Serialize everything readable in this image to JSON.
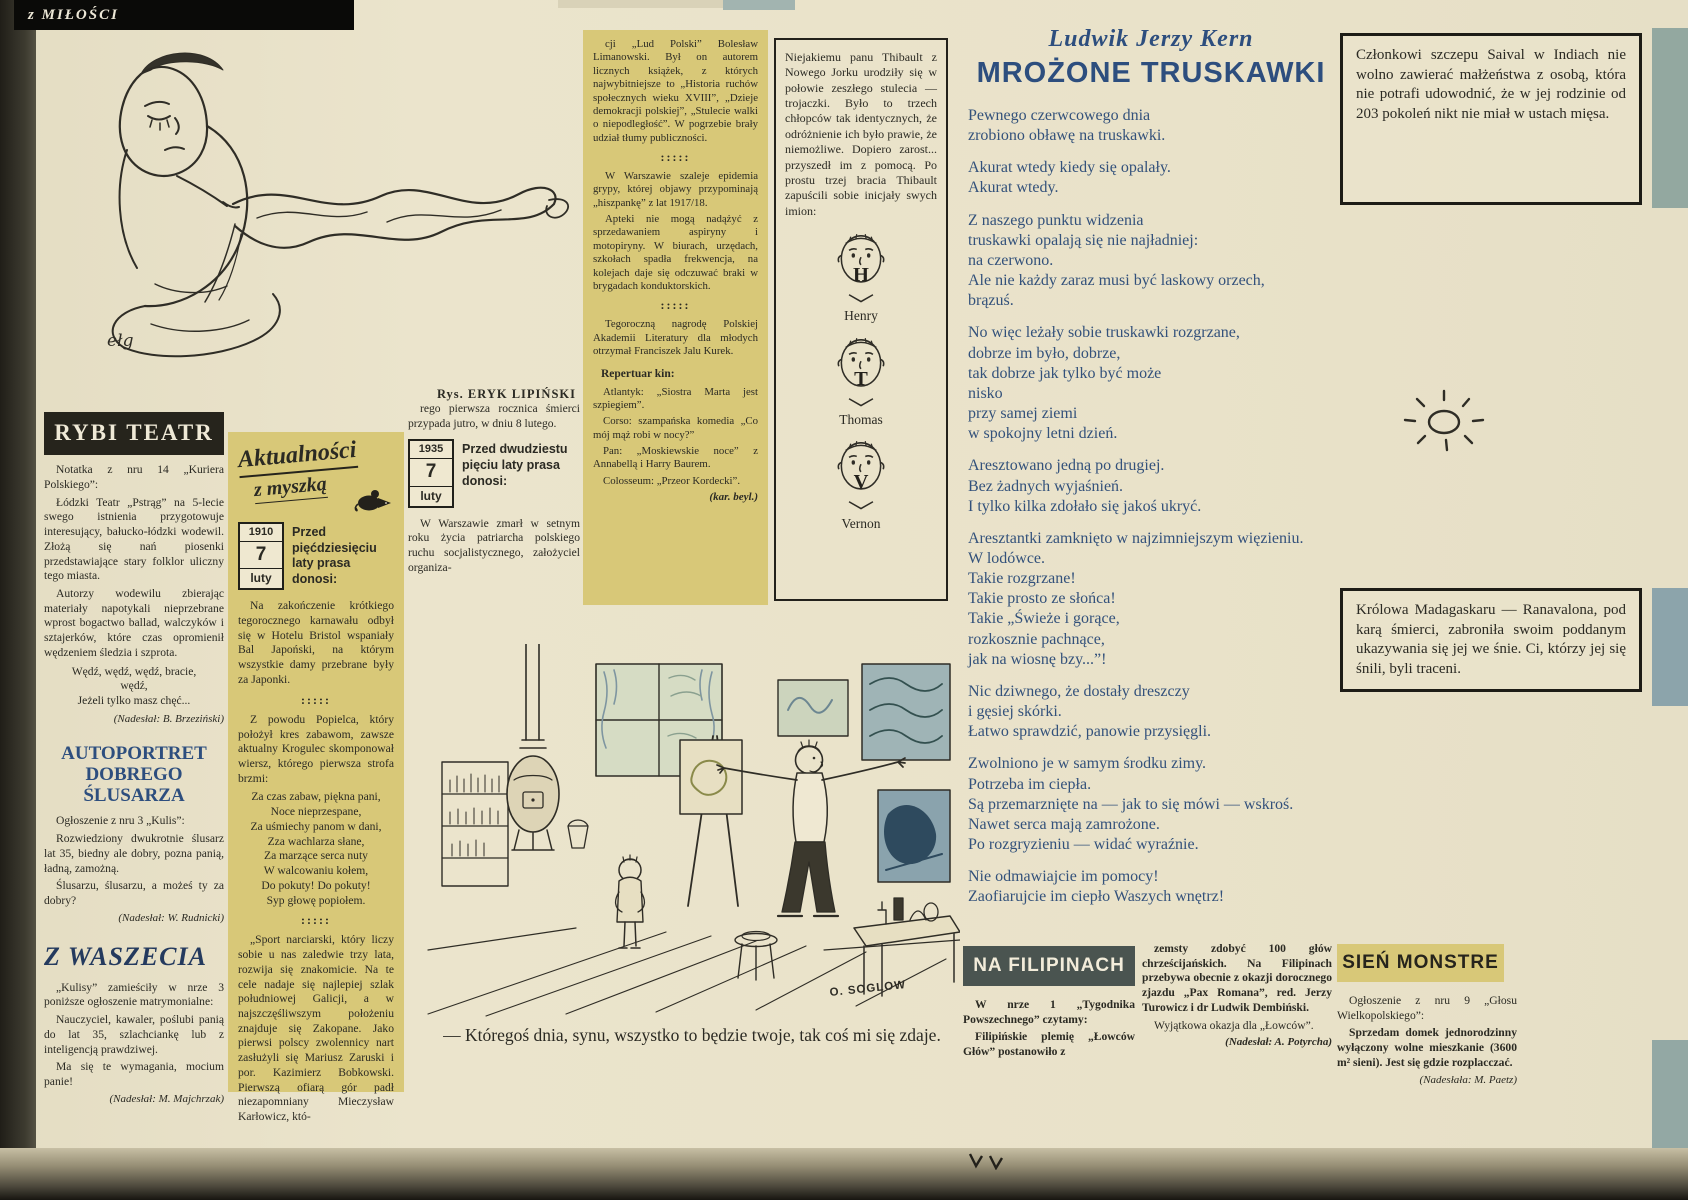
{
  "colors": {
    "paper": "#e9e2c9",
    "panel_yellow": "#d8c878",
    "ink": "#2b2a23",
    "accent_blue": "#2d4e7e",
    "header_slate": "#4a5450"
  },
  "page": {
    "masthead_text": "z MIŁOŚCI",
    "sep": ":::::"
  },
  "caricature": {
    "signature": "ełg",
    "credit": "Rys. ERYK LIPIŃSKI"
  },
  "rybi": {
    "title": "RYBI TEATR",
    "p1": "Notatka z nru 14 „Kuriera Polskiego”:",
    "p2": "Łódzki Teatr „Pstrąg” na 5-lecie swego istnienia przygotowuje interesujący, bałucko-łódzki wodewil. Złożą się nań piosenki przedstawiające stary folklor uliczny tego miasta.",
    "p3": "Autorzy wodewilu zbierając materiały napotykali nieprzebrane wprost bogactwo ballad, walczyków i sztajerków, które czas opromienił wędzeniem śledzia i szprota.",
    "verse": "Wędź, wędź, wędź, bracie,\nwędź,\nJeżeli tylko masz chęć...",
    "credit": "(Nadesłał: B. Brzeziński)"
  },
  "autoportret": {
    "title_line1": "AUTOPORTRET",
    "title_line2": "DOBREGO",
    "title_line3": "ŚLUSARZA",
    "p1": "Ogłoszenie z nru 3 „Kulis”:",
    "p2": "Rozwiedziony dwukrotnie ślusarz lat 35, biedny ale dobry, pozna panią, ładną, zamożną.",
    "p3": "Ślusarzu, ślusarzu, a możeś ty za dobry?",
    "credit": "(Nadesłał: W. Rudnicki)"
  },
  "waszecia": {
    "title": "Z WASZECIA",
    "p1": "„Kulisy” zamieściły w nrze 3 poniższe ogłoszenie matrymonialne:",
    "p2": "Nauczyciel, kawaler, poślubi panią do lat 35, szlachciankę lub z inteligencją prawdziwej.",
    "p3": "Ma się te wymagania, mocium panie!",
    "credit": "(Nadesłał: M. Majchrzak)"
  },
  "aktualnosci": {
    "title_line1": "Aktualności",
    "title_line2": "z myszką",
    "calendar": {
      "year": "1910",
      "day": "7",
      "month": "luty"
    },
    "calendar_label": "Przed pięćdziesięciu laty prasa donosi:",
    "p1": "Na zakończenie krótkiego tegorocznego karnawału odbył się w Hotelu Bristol wspaniały Bal Japoński, na którym wszystkie damy przebrane były za Japonki.",
    "p2": "Z powodu Popielca, który położył kres zabawom, zawsze aktualny Krogulec skomponował wiersz, którego pierwsza strofa brzmi:",
    "verse": "Za czas zabaw, piękna pani,\nNoce nieprzespane,\nZa uśmiechy panom w dani,\nZza wachlarza słane,\nZa marzące serca nuty\nW walcowaniu kołem,\nDo pokuty! Do pokuty!\nSyp głowę popiołem.",
    "p3": "„Sport narciarski, który liczy sobie u nas zaledwie trzy lata, rozwija się znakomicie. Na te cele nadaje się najlepiej szlak południowej Galicji, a w najszczęśliwszym położeniu znajduje się Zakopane. Jako pierwsi polscy zwolennicy nart zasłużyli się Mariusz Zaruski i por. Kazimierz Bobkowski. Pierwszą ofiarą gór padł niezapomniany Mieczysław Karłowicz, któ-"
  },
  "kolumna_c": {
    "p1": "rego pierwsza rocznica śmierci przypada jutro, w dniu 8 lutego.",
    "calendar": {
      "year": "1935",
      "day": "7",
      "month": "luty"
    },
    "calendar_label": "Przed dwudziestu pięciu laty prasa donosi:",
    "p2": "W Warszawie zmarł w setnym roku życia patriarcha polskiego ruchu socjalistycznego, założyciel organiza-"
  },
  "kolumna_d": {
    "p1": "cji „Lud Polski” Bolesław Limanowski. Był on autorem licznych książek, z których najwybitniejsze to „Historia ruchów społecznych wieku XVIII”, „Dzieje demokracji polskiej”, „Stulecie walki o niepodległość”. W pogrzebie brały udział tłumy publiczności.",
    "p2": "W Warszawie szaleje epidemia grypy, której objawy przypominają „hiszpankę” z lat 1917/18.",
    "p3": "Apteki nie mogą nadążyć z sprzedawaniem aspiryny i motopiryny. W biurach, urzędach, szkołach spadła frekwencja, na kolejach daje się odczuwać braki w brygadach konduktorskich.",
    "p4": "Tegoroczną nagrodę Polskiej Akademii Literatury dla młodych otrzymał Franciszek Jalu Kurek.",
    "repertuar_title": "Repertuar kin:",
    "kino1": "Atlantyk: „Siostra Marta jest szpiegiem”.",
    "kino2": "Corso: szampańska komedia „Co mój mąż robi w nocy?”",
    "kino3": "Pan: „Moskiewskie noce” z Annabellą i Harry Baurem.",
    "kino4": "Colosseum: „Przeor Kordecki”.",
    "credit": "(kar. beyl.)"
  },
  "thibault": {
    "text": "Niejakiemu panu Thibault z Nowego Jorku urodziły się w połowie zeszłego stulecia — trojaczki. Było to trzech chłopców tak identycznych, że odróżnienie ich było prawie, że niemożliwe. Dopiero zarost... przyszedł im z pomocą. Po prostu trzej bracia Thibault zapuścili sobie inicjały swych imion:",
    "names": [
      "Henry",
      "Thomas",
      "Vernon"
    ],
    "initials": [
      "H",
      "T",
      "V"
    ]
  },
  "kern": {
    "author": "Ludwik Jerzy Kern",
    "title": "MROŻONE TRUSKAWKI",
    "stanzas": [
      "Pewnego czerwcowego dnia\nzrobiono obławę na truskawki.",
      "Akurat wtedy kiedy się opalały.\nAkurat wtedy.",
      "Z naszego punktu widzenia\ntruskawki opalają się nie najładniej:\nna czerwono.\nAle nie każdy zaraz musi być laskowy orzech,\nbrązuś.",
      "No więc leżały sobie truskawki rozgrzane,\ndobrze im było, dobrze,\ntak dobrze jak tylko być może\nnisko\nprzy samej ziemi\nw spokojny letni dzień.",
      "Aresztowano jedną po drugiej.\nBez żadnych wyjaśnień.\nI tylko kilka zdołało się jakoś ukryć.",
      "Aresztantki zamknięto w najzimniejszym więzieniu.\nW lodówce.\nTakie rozgrzane!\nTakie prosto ze słońca!\nTakie „Świeże i gorące,\nrozkosznie pachnące,\njak na wiosnę bzy...”!",
      "Nic dziwnego, że dostały dreszczy\ni gęsiej skórki.\nŁatwo sprawdzić, panowie przysięgli.",
      "Zwolniono je w samym środku zimy.\nPotrzeba im ciepła.\nSą przemarznięte na — jak to się mówi — wskroś.\nNawet serca mają zamrożone.\nPo rozgryzieniu — widać wyraźnie.",
      "Nie odmawiajcie im pomocy!\nZaofiarujcie im ciepło Waszych wnętrz!"
    ]
  },
  "ramki": {
    "indie": "Członkowi szczepu Saival w Indiach nie wolno zawierać małżeństwa z osobą, która nie potrafi udowodnić, że w jej rodzinie od 203 pokoleń nikt nie miał w ustach mięsa.",
    "madagaskar": "Królowa Madagaskaru — Ranavalona, pod karą śmierci, zabroniła swoim poddanym ukazywania się jej we śnie. Ci, którzy jej się śnili, byli traceni."
  },
  "cartoon": {
    "signature": "O. SOGLOW",
    "caption": "— Któregoś dnia, synu, wszystko to będzie twoje, tak coś mi się zdaje."
  },
  "filipiny": {
    "title": "NA FILIPINACH",
    "p1": "W nrze 1 „Tygodnika Powszechnego” czytamy:",
    "p2": "Filipińskie plemię „Łowców Głów” postanowiło z",
    "cont": "zemsty zdobyć 100 głów chrześcijańskich. Na Filipinach przebywa obecnie z okazji dorocznego zjazdu „Pax Romana”, red. Jerzy Turowicz i dr Ludwik Dembiński.",
    "p3": "Wyjątkowa okazja dla „Łowców”.",
    "credit": "(Nadesłał: A. Potyrcha)"
  },
  "sien": {
    "title": "SIEŃ MONSTRE",
    "p1": "Ogłoszenie z nru 9 „Głosu Wielkopolskiego”:",
    "p2": "Sprzedam domek jednorodzinny wyłączony wolne mieszkanie (3600 m² sieni). Jest się gdzie rozplacczać.",
    "credit": "(Nadesłała: M. Paetz)"
  }
}
